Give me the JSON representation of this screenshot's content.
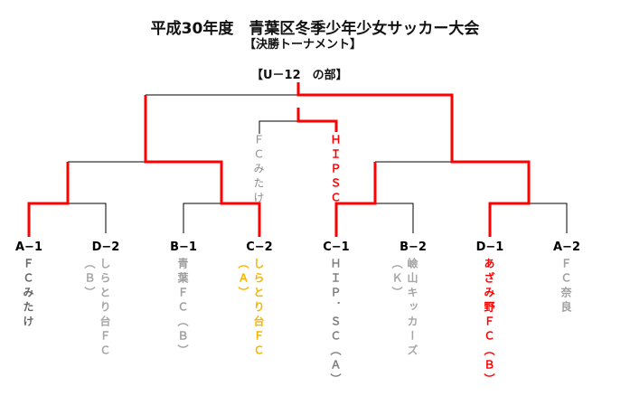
{
  "title": "平成30年度　青葉区冬季少年少女サッカー大会",
  "subtitle": "【決勝トーナメント】",
  "division": "【U－12　の部】",
  "third_place": {
    "loser": "ＦＣみたけ",
    "winner": "ＨＩＰＳＣ"
  },
  "colors": {
    "win_line": "#ff0000",
    "line": "#000000"
  },
  "teams": [
    {
      "seed": "A−1",
      "name": "ＦＣみたけ",
      "color": "#666666"
    },
    {
      "seed": "D−2",
      "name": "しらとり台ＦＣ（Ｂ）",
      "color": "#a6a6a6"
    },
    {
      "seed": "B−1",
      "name": "青葉ＦＣ（Ｂ）",
      "color": "#a0a0a0"
    },
    {
      "seed": "C−2",
      "name": "しらとり台ＦＣ（Ａ）",
      "color": "#f7b500"
    },
    {
      "seed": "C−1",
      "name": "ＨＩＰ．ＳＣ（Ａ）",
      "color": "#7f7f7f"
    },
    {
      "seed": "B−2",
      "name": "嶮山キッカーズ（Ｋ）",
      "color": "#a6a6a6"
    },
    {
      "seed": "D−1",
      "name": "あざみ野ＦＣ（Ｂ）",
      "color": "#ff0000"
    },
    {
      "seed": "A−2",
      "name": "ＦＣ奈良",
      "color": "#a0a0a0"
    }
  ]
}
